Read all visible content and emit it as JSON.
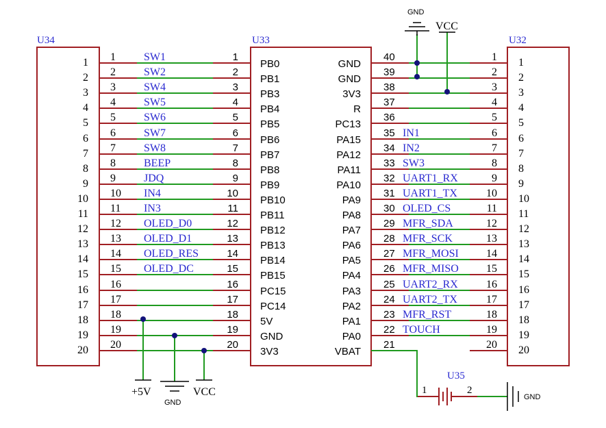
{
  "colors": {
    "body": "#a01e22",
    "wire": "#1f9a1f",
    "pin": "#a01e22",
    "net_label": "#2a2ad0",
    "ref": "#2a2ad0",
    "text": "#000000",
    "junction": "#12127a",
    "power": "#000000"
  },
  "u34": {
    "ref": "U34",
    "pins": [
      "1",
      "2",
      "3",
      "4",
      "5",
      "6",
      "7",
      "8",
      "9",
      "10",
      "11",
      "12",
      "13",
      "14",
      "15",
      "16",
      "17",
      "18",
      "19",
      "20"
    ]
  },
  "u33": {
    "ref": "U33",
    "left": [
      {
        "num": "1",
        "name": "PB0"
      },
      {
        "num": "2",
        "name": "PB1"
      },
      {
        "num": "3",
        "name": "PB3"
      },
      {
        "num": "4",
        "name": "PB4"
      },
      {
        "num": "5",
        "name": "PB5"
      },
      {
        "num": "6",
        "name": "PB6"
      },
      {
        "num": "7",
        "name": "PB7"
      },
      {
        "num": "8",
        "name": "PB8"
      },
      {
        "num": "9",
        "name": "PB9"
      },
      {
        "num": "10",
        "name": "PB10"
      },
      {
        "num": "11",
        "name": "PB11"
      },
      {
        "num": "12",
        "name": "PB12"
      },
      {
        "num": "13",
        "name": "PB13"
      },
      {
        "num": "14",
        "name": "PB14"
      },
      {
        "num": "15",
        "name": "PB15"
      },
      {
        "num": "16",
        "name": "PC15"
      },
      {
        "num": "17",
        "name": "PC14"
      },
      {
        "num": "18",
        "name": "5V"
      },
      {
        "num": "19",
        "name": "GND"
      },
      {
        "num": "20",
        "name": "3V3"
      }
    ],
    "right": [
      {
        "num": "40",
        "name": "GND"
      },
      {
        "num": "39",
        "name": "GND"
      },
      {
        "num": "38",
        "name": "3V3"
      },
      {
        "num": "37",
        "name": "R"
      },
      {
        "num": "36",
        "name": "PC13"
      },
      {
        "num": "35",
        "name": "PA15"
      },
      {
        "num": "34",
        "name": "PA12"
      },
      {
        "num": "33",
        "name": "PA11"
      },
      {
        "num": "32",
        "name": "PA10"
      },
      {
        "num": "31",
        "name": "PA9"
      },
      {
        "num": "30",
        "name": "PA8"
      },
      {
        "num": "29",
        "name": "PA7"
      },
      {
        "num": "28",
        "name": "PA6"
      },
      {
        "num": "27",
        "name": "PA5"
      },
      {
        "num": "26",
        "name": "PA4"
      },
      {
        "num": "25",
        "name": "PA3"
      },
      {
        "num": "24",
        "name": "PA2"
      },
      {
        "num": "23",
        "name": "PA1"
      },
      {
        "num": "22",
        "name": "PA0"
      },
      {
        "num": "21",
        "name": "VBAT"
      }
    ]
  },
  "u32": {
    "ref": "U32",
    "pins": [
      "1",
      "2",
      "3",
      "4",
      "5",
      "6",
      "7",
      "8",
      "9",
      "10",
      "11",
      "12",
      "13",
      "14",
      "15",
      "16",
      "17",
      "18",
      "19",
      "20"
    ]
  },
  "left_nets": [
    "SW1",
    "SW2",
    "SW4",
    "SW5",
    "SW6",
    "SW7",
    "SW8",
    "BEEP",
    "JDQ",
    "IN4",
    "IN3",
    "OLED_D0",
    "OLED_D1",
    "OLED_RES",
    "OLED_DC",
    "",
    "",
    "",
    "",
    ""
  ],
  "right_nets": [
    "",
    "",
    "",
    "",
    "",
    "IN1",
    "IN2",
    "SW3",
    "UART1_RX",
    "UART1_TX",
    "OLED_CS",
    "MFR_SDA",
    "MFR_SCK",
    "MFR_MOSI",
    "MFR_MISO",
    "UART2_RX",
    "UART2_TX",
    "MFR_RST",
    "TOUCH",
    ""
  ],
  "power": {
    "top_gnd": "GND",
    "top_vcc": "VCC",
    "bottom_5v": "+5V",
    "bottom_gnd": "GND",
    "bottom_vcc": "VCC",
    "battery_gnd": "GND"
  },
  "battery": {
    "ref": "U35",
    "pin1": "1",
    "pin2": "2"
  }
}
